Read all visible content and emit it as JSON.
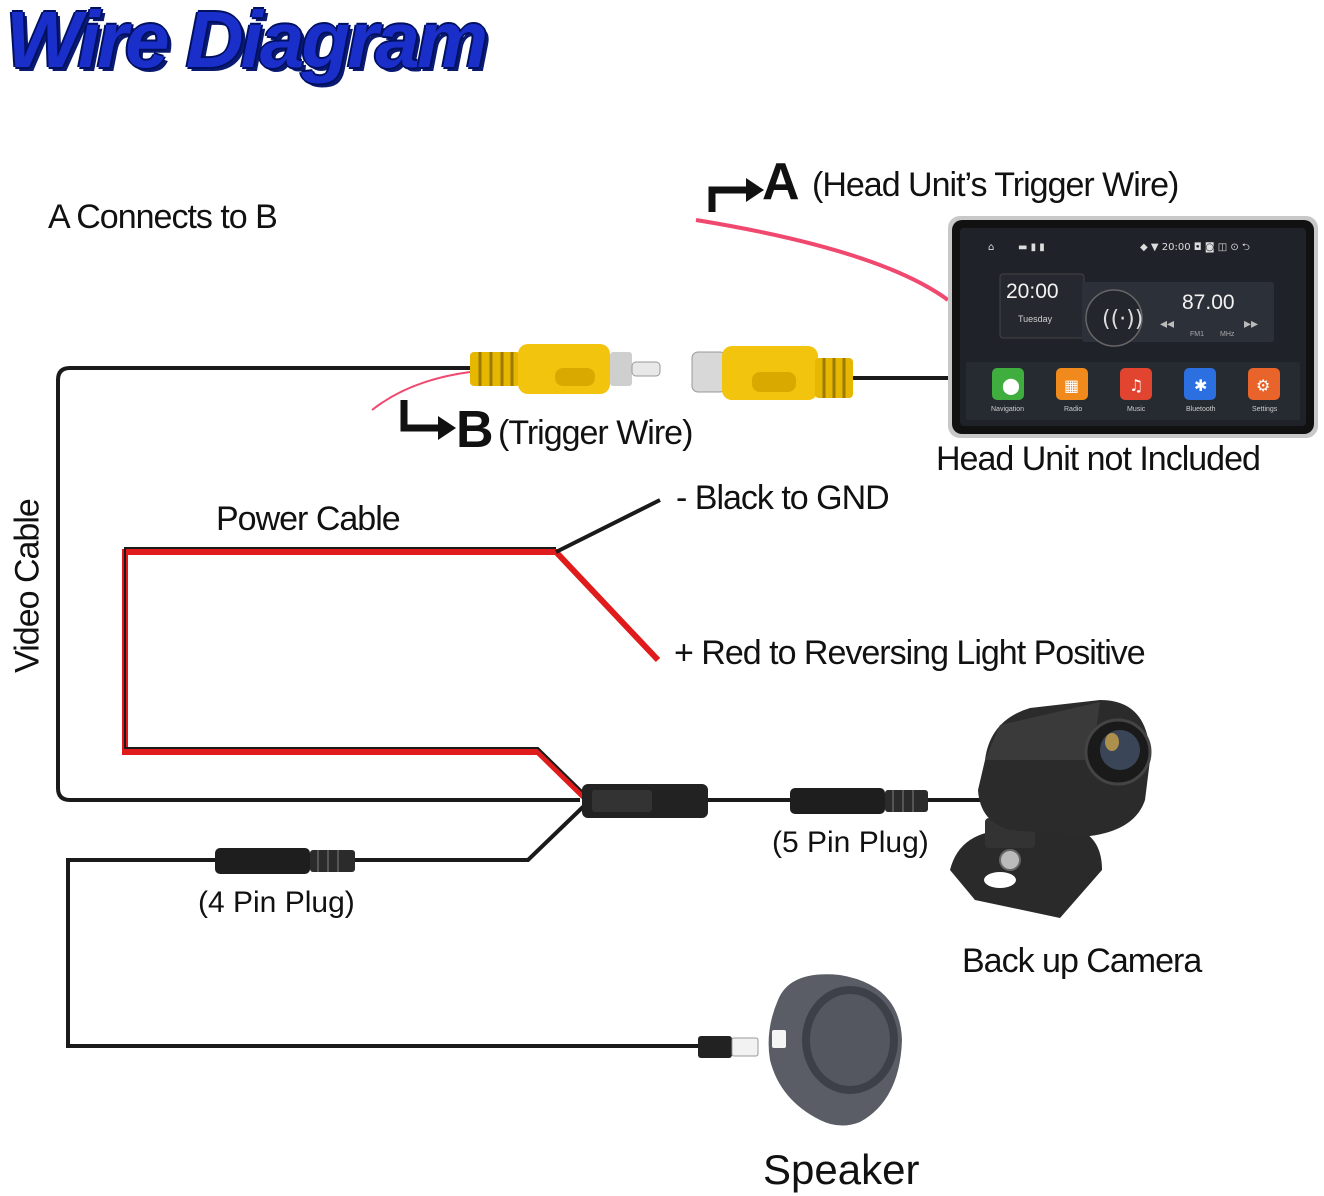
{
  "title": "Wire Diagram",
  "labels": {
    "a_connects_b": "A Connects to B",
    "a_letter": "A",
    "a_text": "(Head Unit’s Trigger Wire)",
    "b_letter": "B",
    "b_text": "(Trigger Wire)",
    "head_unit_note": "Head Unit not Included",
    "power_cable": "Power Cable",
    "black_gnd": "- Black to GND",
    "red_positive": "+ Red to Reversing Light Positive",
    "video_cable": "Video Cable",
    "five_pin": "(5 Pin Plug)",
    "four_pin": "(4 Pin Plug)",
    "camera": "Back up Camera",
    "speaker": "Speaker"
  },
  "head_unit": {
    "clock": "20:00",
    "day": "Tuesday",
    "radio_freq": "87.00",
    "band": "FM1",
    "unit": "MHz",
    "apps": [
      {
        "label": "Navigation",
        "color": "#3fae3f"
      },
      {
        "label": "Radio",
        "color": "#f08a1c"
      },
      {
        "label": "Music",
        "color": "#e2452f"
      },
      {
        "label": "Bluetooth",
        "color": "#2b6fe0"
      },
      {
        "label": "Settings",
        "color": "#e8642a"
      }
    ]
  },
  "colors": {
    "title": "#1a2fc9",
    "wire_black": "#1a1a1a",
    "wire_red": "#e01b1b",
    "trigger_pink": "#f0486e",
    "rca_yellow": "#f2c40d"
  }
}
